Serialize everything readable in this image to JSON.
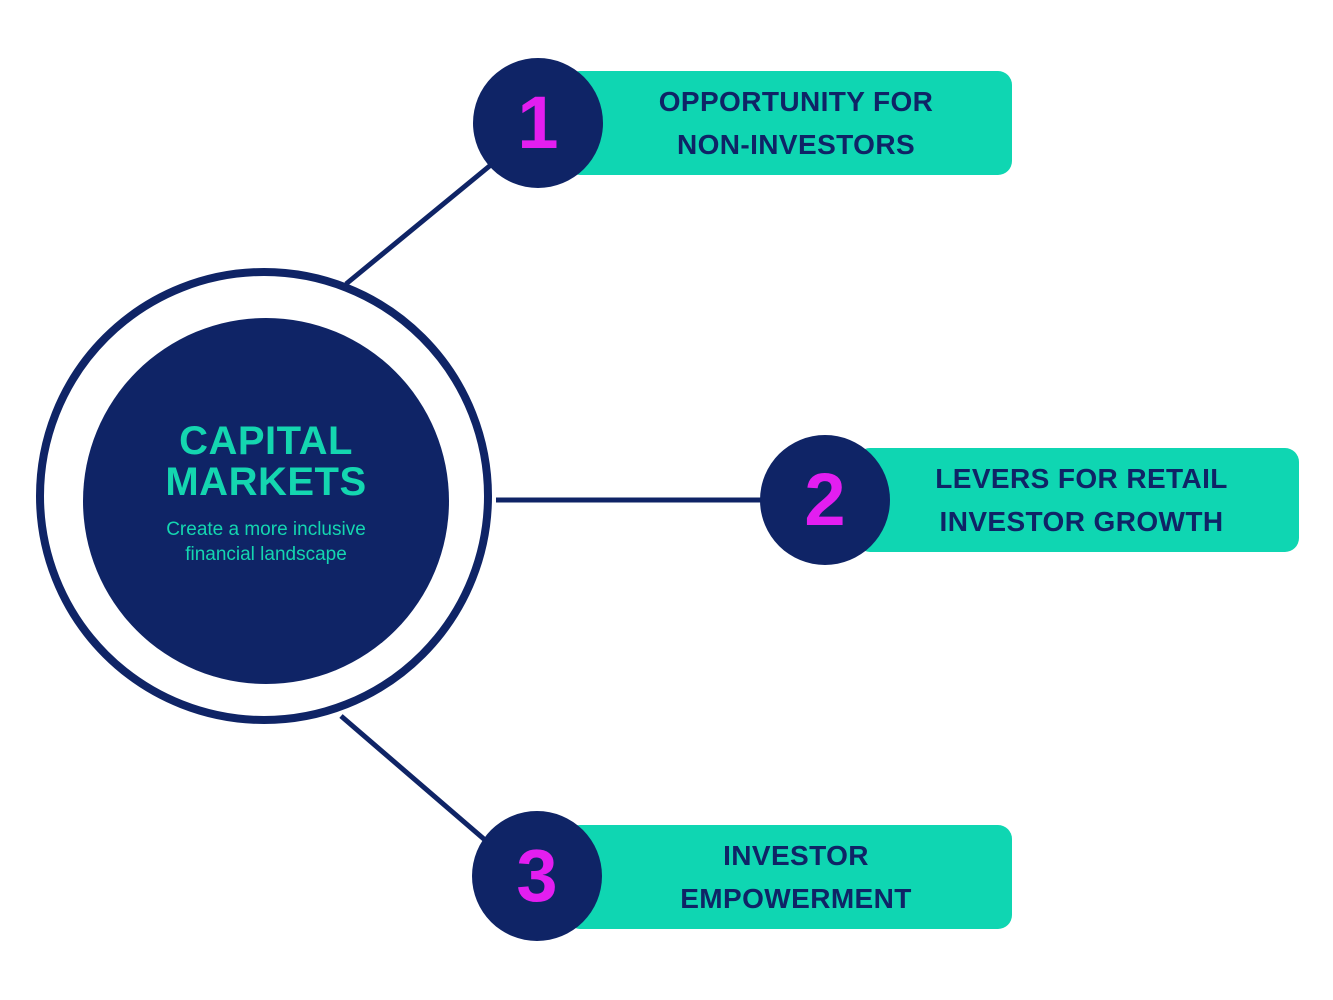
{
  "colors": {
    "navy": "#0f2466",
    "teal": "#0fd6b2",
    "magenta": "#e31ef0",
    "background": "#ffffff"
  },
  "hub": {
    "title_line1": "CAPITAL",
    "title_line2": "MARKETS",
    "subtitle_line1": "Create a more inclusive",
    "subtitle_line2": "financial landscape"
  },
  "branches": [
    {
      "number": "1",
      "line1": "OPPORTUNITY FOR",
      "line2": "NON-INVESTORS"
    },
    {
      "number": "2",
      "line1": "LEVERS FOR RETAIL",
      "line2": "INVESTOR GROWTH"
    },
    {
      "number": "3",
      "line1": "INVESTOR",
      "line2": "EMPOWERMENT"
    }
  ]
}
